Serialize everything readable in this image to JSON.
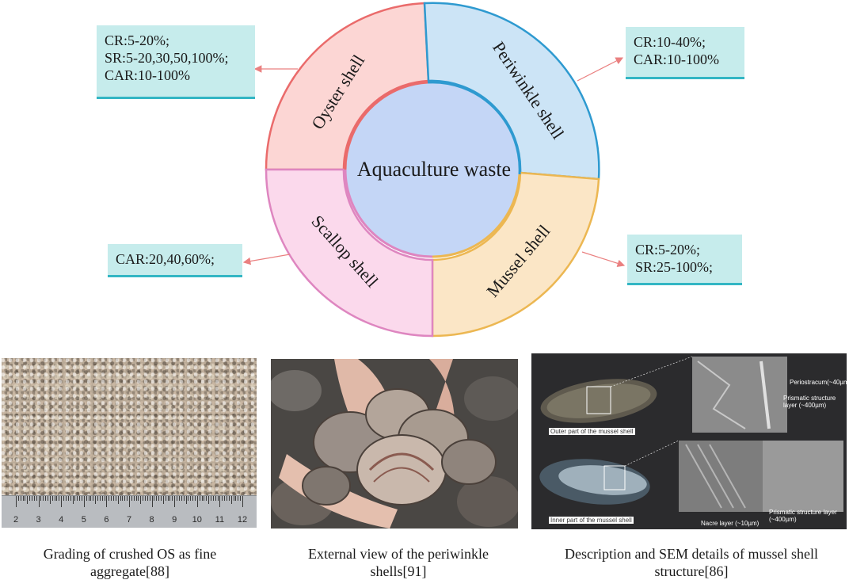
{
  "diagram": {
    "center_label": "Aquaculture waste",
    "segments": {
      "oyster": {
        "label": "Oyster shell",
        "fill": "#fcd6d4",
        "stroke": "#ea6b6b"
      },
      "periwinkle": {
        "label": "Periwinkle shell",
        "fill": "#cce4f6",
        "stroke": "#2e9ad0"
      },
      "mussel": {
        "label": "Mussel shell",
        "fill": "#fbe6c6",
        "stroke": "#ecb752"
      },
      "scallop": {
        "label": "Scallop shell",
        "fill": "#fbd9ec",
        "stroke": "#de86c0"
      }
    },
    "center_fill": "#c4d6f6",
    "box_fill": "#c6ecec",
    "box_underline": "#33b6c4",
    "arrow_color": "#ea8080"
  },
  "boxes": {
    "oyster": [
      "CR:5-20%;",
      "SR:5-20,30,50,100%;",
      "CAR:10-100%"
    ],
    "periwinkle": [
      "CR:10-40%;",
      "CAR:10-100%"
    ],
    "scallop": [
      "CAR:20,40,60%;"
    ],
    "mussel": [
      "CR:5-20%;",
      "SR:25-100%;"
    ]
  },
  "ruler_labels": [
    "2",
    "3",
    "4",
    "5",
    "6",
    "7",
    "8",
    "9",
    "10",
    "11",
    "12"
  ],
  "sem_labels": {
    "outer": "Outer part of the mussel shell",
    "inner": "Inner part of the mussel shell",
    "periostracum": "Periostracum(~40µm)",
    "prismatic_top": "Prismatic structure layer (~400µm)",
    "prismatic_bottom": "Prismatic structure layer (~400µm)",
    "nacre": "Nacre layer (~10µm)"
  },
  "captions": {
    "left": "Grading of crushed OS as fine aggregate[88]",
    "middle": "External view of the periwinkle shells[91]",
    "right": "Description and SEM details of mussel shell structure[86]"
  }
}
